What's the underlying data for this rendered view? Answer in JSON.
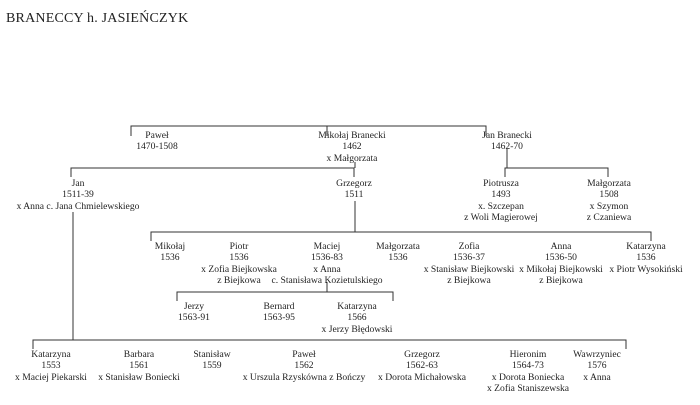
{
  "title": "BRANECCY h. JASIEŃCZYK",
  "persons": [
    {
      "id": "pawel-1",
      "lines": [
        "Paweł",
        "1470-1508"
      ]
    },
    {
      "id": "mikolaj-1",
      "lines": [
        "Mikołaj Branecki",
        "1462",
        "x Małgorzata"
      ]
    },
    {
      "id": "jan-1",
      "lines": [
        "Jan Branecki",
        "1462-70"
      ]
    },
    {
      "id": "jan-2",
      "lines": [
        "Jan",
        "1511-39",
        "x Anna c. Jana Chmielewskiego"
      ]
    },
    {
      "id": "grzegorz-1",
      "lines": [
        "Grzegorz",
        "1511"
      ]
    },
    {
      "id": "piotrusza",
      "lines": [
        "Piotrusza",
        "1493",
        "x. Szczepan",
        "z Woli Magierowej"
      ]
    },
    {
      "id": "malgorzata-1",
      "lines": [
        "Małgorzata",
        "1508",
        "x Szymon",
        "z Czaniewa"
      ]
    },
    {
      "id": "mikolaj-2",
      "lines": [
        "Mikołaj",
        "1536"
      ]
    },
    {
      "id": "piotr",
      "lines": [
        "Piotr",
        "1536",
        "x Zofia Biejkowska",
        "z Biejkowa"
      ]
    },
    {
      "id": "maciej",
      "lines": [
        "Maciej",
        "1536-83",
        "x Anna",
        "c. Stanisława Kozietulskiego"
      ]
    },
    {
      "id": "malgorzata-2",
      "lines": [
        "Małgorzata",
        "1536"
      ]
    },
    {
      "id": "zofia",
      "lines": [
        "Zofia",
        "1536-37",
        "x Stanisław Biejkowski",
        "z Biejkowa"
      ]
    },
    {
      "id": "anna",
      "lines": [
        "Anna",
        "1536-50",
        "x Mikołaj Biejkowski",
        "z Biejkowa"
      ]
    },
    {
      "id": "katarzyna-1",
      "lines": [
        "Katarzyna",
        "1536",
        "x Piotr Wysokiński"
      ]
    },
    {
      "id": "jerzy",
      "lines": [
        "Jerzy",
        "1563-91"
      ]
    },
    {
      "id": "bernard",
      "lines": [
        "Bernard",
        "1563-95"
      ]
    },
    {
      "id": "katarzyna-2",
      "lines": [
        "Katarzyna",
        "1566",
        "x Jerzy Błędowski"
      ]
    },
    {
      "id": "katarzyna-3",
      "lines": [
        "Katarzyna",
        "1553",
        "x Maciej Piekarski"
      ]
    },
    {
      "id": "barbara",
      "lines": [
        "Barbara",
        "1561",
        "x Stanisław Boniecki"
      ]
    },
    {
      "id": "stanislaw",
      "lines": [
        "Stanisław",
        "1559"
      ]
    },
    {
      "id": "pawel-2",
      "lines": [
        "Paweł",
        "1562",
        "x Urszula Rzyskówna z Bończy"
      ]
    },
    {
      "id": "grzegorz-2",
      "lines": [
        "Grzegorz",
        "1562-63",
        "x Dorota Michałowska"
      ]
    },
    {
      "id": "hieronim",
      "lines": [
        "Hieronim",
        "1564-73",
        "x Dorota Boniecka",
        "x Zofia Staniszewska"
      ]
    },
    {
      "id": "wawrzyniec",
      "lines": [
        "Wawrzyniec",
        "1576",
        "x Anna"
      ]
    }
  ]
}
